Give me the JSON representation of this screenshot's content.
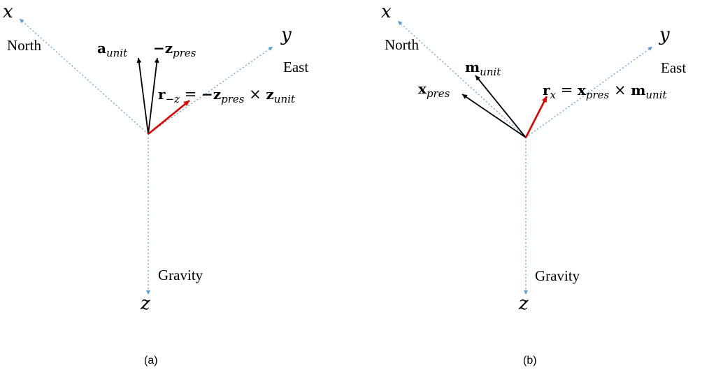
{
  "panel_a": {
    "axis_x": "x",
    "axis_y": "y",
    "axis_z": "z",
    "north": "North",
    "east": "East",
    "gravity": "Gravity",
    "vec1_main": "a",
    "vec1_sub": "unit",
    "vec2_main": "−z",
    "vec2_sub": "pres",
    "eq_lhs_main": "r",
    "eq_lhs_sub": "−z",
    "eq_eq": " = ",
    "eq_t1_main": "−z",
    "eq_t1_sub": "pres",
    "eq_times": " × ",
    "eq_t2_main": "z",
    "eq_t2_sub": "unit",
    "caption": "(a)"
  },
  "panel_b": {
    "axis_x": "x",
    "axis_y": "y",
    "axis_z": "z",
    "north": "North",
    "east": "East",
    "gravity": "Gravity",
    "vec1_main": "m",
    "vec1_sub": "unit",
    "vec2_main": "x",
    "vec2_sub": "pres",
    "eq_lhs_main": "r",
    "eq_lhs_sub": "x",
    "eq_eq": " = ",
    "eq_t1_main": "x",
    "eq_t1_sub": "pres",
    "eq_times": " × ",
    "eq_t2_main": "m",
    "eq_t2_sub": "unit",
    "caption": "(b)"
  },
  "colors": {
    "axis": "#5b9bd5",
    "result_vector": "#e00000",
    "vector": "#000000"
  }
}
